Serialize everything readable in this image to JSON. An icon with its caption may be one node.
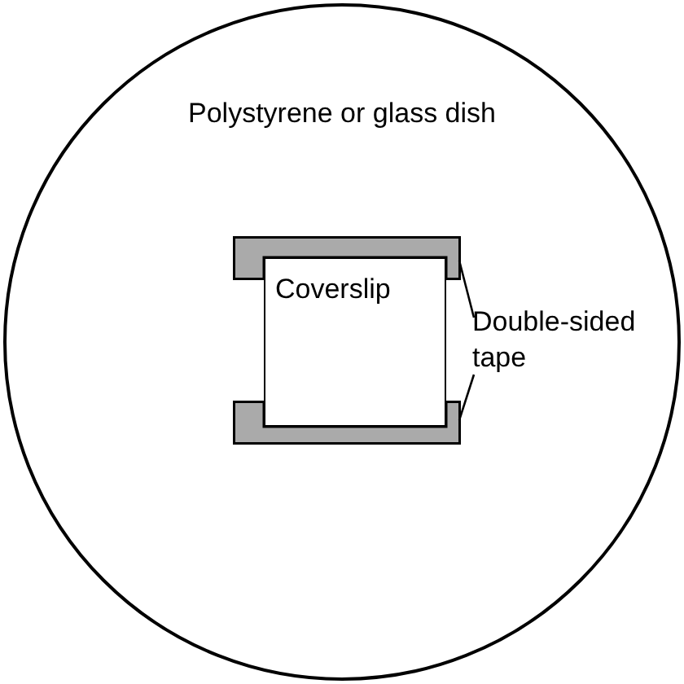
{
  "diagram": {
    "nodes": [
      {
        "text": [
          "Polystyrene or glass dish"
        ]
      },
      {
        "text": [],
        "shape": "bar",
        "in": 0
      },
      {
        "text": [
          "Coverslip"
        ],
        "in": 0
      },
      {
        "text": [],
        "shape": "bar",
        "in": 0
      },
      {
        "text": [
          "Double-sided tape"
        ],
        "in": 0
      }
    ],
    "edges": [
      {
        "from": 4,
        "to": 1,
        "arrow": "none"
      },
      {
        "from": 4,
        "to": 3,
        "arrow": "none"
      }
    ]
  }
}
